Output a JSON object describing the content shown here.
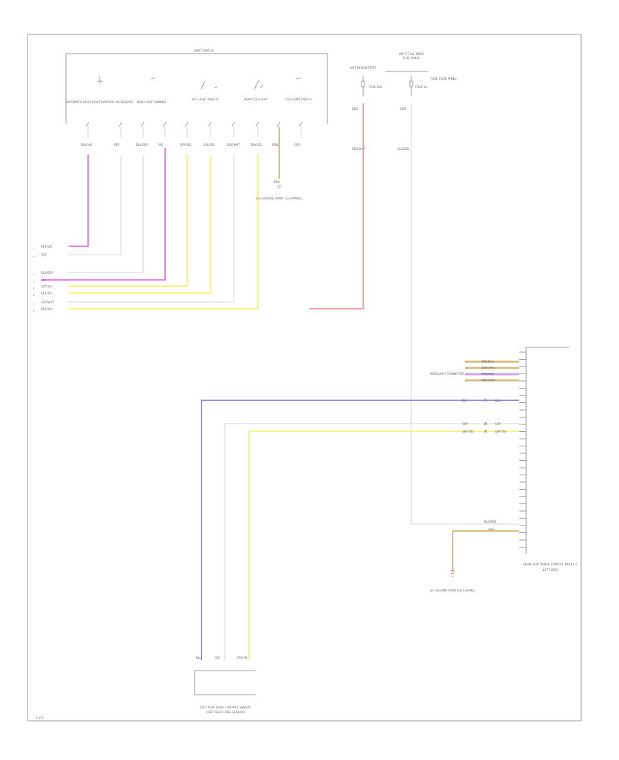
{
  "diagram": {
    "colors": {
      "border": "#9a9a9a",
      "text": "#666666",
      "violet": "#e879f0",
      "white_wire": "#d4d4d4",
      "yellow": "#f5f57a",
      "red": "#f4a3a8",
      "blue": "#8f8ff7",
      "tan": "#d9bc7c"
    },
    "light_switch": {
      "title": "LIGHT SWITCH",
      "auto_control": "AUTOMATIC HEAD LIGHT CONTROL (W/ SENSOR)",
      "dash_dimmer": "DASH LIGHT DIMMER",
      "fog_switch": "FOG LIGHT SWITCH",
      "rear_fog": "REAR FOG LIGHT",
      "fog_lamp_switch": "FOG LAMP SWITCH",
      "pin_labels": [
        "BLK/VIO",
        "GRY",
        "BLK/GRY",
        "VIO",
        "GRY/YEL",
        "BLK/YEL",
        "GRY/WHT",
        "BLK/YEL",
        "BRN",
        "GRY"
      ],
      "ground_label": "BRN",
      "ground_desc": "G14 GROUND POINT (LH A-PANEL)"
    },
    "bus_labels": [
      {
        "pin": "1",
        "text": "BLK/VIO"
      },
      {
        "pin": "2",
        "text": "GRY"
      },
      {
        "pin": "3",
        "text": "BLK/GRY"
      },
      {
        "pin": "4",
        "text": "VIO"
      },
      {
        "pin": "5",
        "text": "GRY/YEL"
      },
      {
        "pin": "6",
        "text": "BLK/YEL"
      },
      {
        "pin": "7",
        "text": "GRY/WHT"
      },
      {
        "pin": "8",
        "text": "BLK/YEL"
      }
    ],
    "hot_run": {
      "title": "HOT IN RUN/START",
      "fuse": "FUSE 10A",
      "wire_a": "RED",
      "wire_b": "RED/WHT"
    },
    "hot_all_times": {
      "title": "HOT AT ALL TIMES",
      "subtitle": "FUSE PANEL",
      "fuse": "FUSE 5A",
      "fuse_desc": "FUSE (FUSE PANEL)",
      "wire_a": "RED",
      "wire_b": "BLK/RED"
    },
    "module": {
      "name": "HEADLIGHT RANGE CONTROL MODULE",
      "sub": "(LEFT SIDE)",
      "connector_note": "HEADLIGHT CONNECTOR",
      "pins": [
        "BRN/BLK",
        "BRN/GRN",
        "BRN/RED",
        "BRN/WHT"
      ],
      "blue_label": "BLU",
      "blue_label2": "BLU",
      "gray_label": "GRY",
      "gray_label2": "GRY",
      "yel_label": "GRY/YEL",
      "yel_label2": "GRY/YEL",
      "power_label": "BLK/RED",
      "ground_label": "BRN",
      "ground_desc": "G5 GROUND POINT (LH A-PANEL)"
    },
    "sensor": {
      "labels": [
        "BLU",
        "GRY",
        "GRY/YEL"
      ],
      "name": "LEFT REAR LEVEL CONTROL SENSOR",
      "sub": "(LEFT REAR LEVEL SENSOR)"
    },
    "page_ref": "2 of 2"
  }
}
